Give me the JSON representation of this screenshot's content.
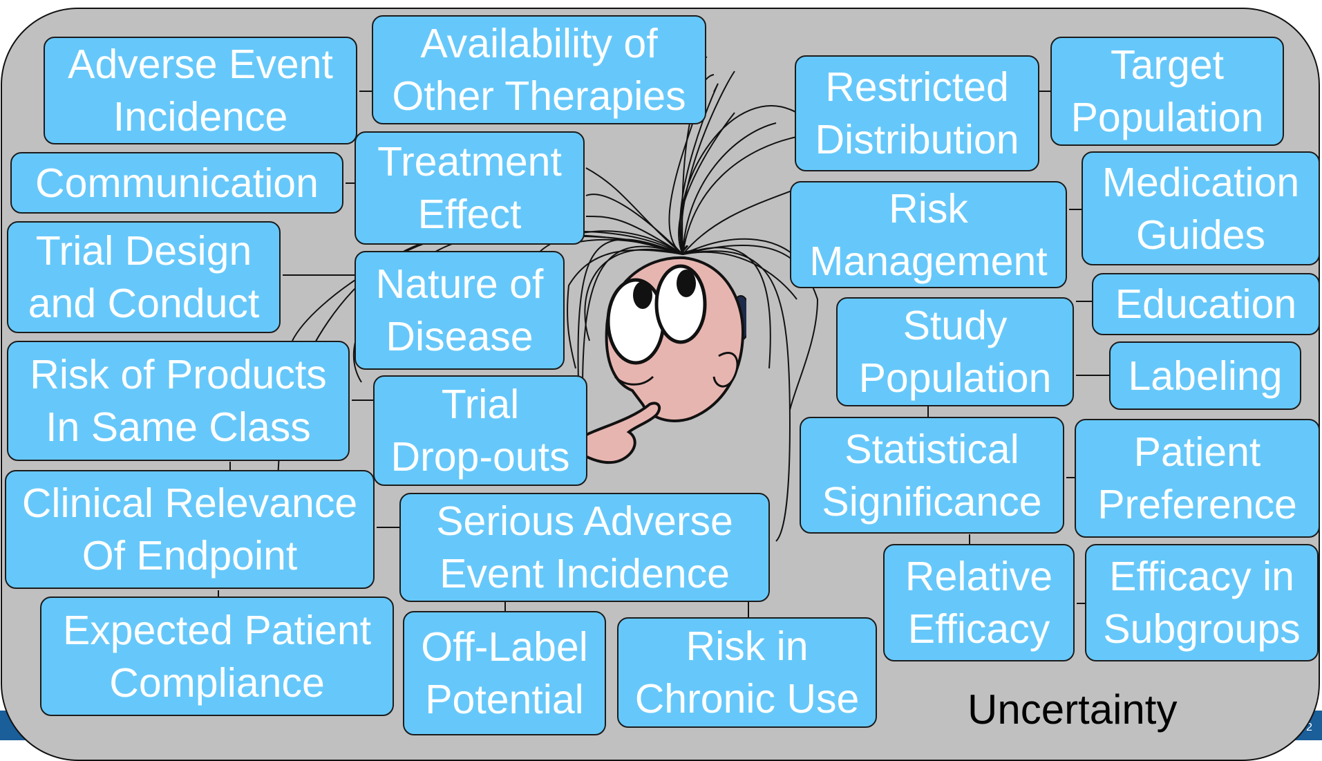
{
  "nodes": {
    "adverse_event_incidence": "Adverse Event\nIncidence",
    "availability_other_therapies": "Availability of\nOther Therapies",
    "restricted_distribution": "Restricted\nDistribution",
    "target_population": "Target\nPopulation",
    "communication": "Communication",
    "treatment_effect": "Treatment\nEffect",
    "risk_management": "Risk\nManagement",
    "medication_guides": "Medication\nGuides",
    "trial_design_conduct": "Trial Design\nand Conduct",
    "nature_of_disease": "Nature of\nDisease",
    "study_population": "Study\nPopulation",
    "education": "Education",
    "risk_products_same_class": "Risk of Products\nIn Same Class",
    "trial_dropouts": "Trial\nDrop-outs",
    "labeling": "Labeling",
    "statistical_significance": "Statistical\nSignificance",
    "patient_preference": "Patient\nPreference",
    "clinical_relevance_endpoint": "Clinical Relevance\nOf Endpoint",
    "serious_adverse_event_incidence": "Serious Adverse\nEvent Incidence",
    "relative_efficacy": "Relative\nEfficacy",
    "efficacy_in_subgroups": "Efficacy in\nSubgroups",
    "expected_patient_compliance": "Expected Patient\nCompliance",
    "off_label_potential": "Off-Label\nPotential",
    "risk_in_chronic_use": "Risk in\nChronic Use"
  },
  "caption": "Uncertainty",
  "page_number": "2",
  "colors": {
    "node_fill": "#66c8fa",
    "panel": "#c0c0c0",
    "bar": "#1a5e9a"
  }
}
